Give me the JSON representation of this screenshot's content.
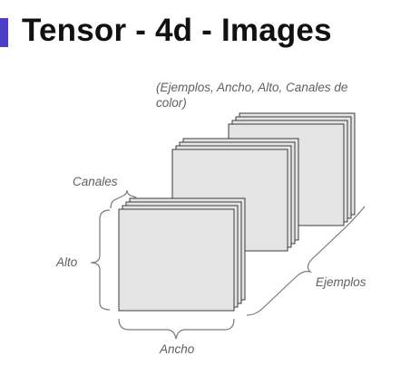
{
  "title": "Tensor - 4d - Images",
  "shape_caption": "(Ejemplos, Ancho, Alto, Canales de color)",
  "labels": {
    "channels": "Canales",
    "height": "Alto",
    "width": "Ancho",
    "examples": "Ejemplos"
  },
  "colors": {
    "accent": "#4a3fc4",
    "sheet_fill": "#e4e4e4",
    "sheet_stroke": "#2a2a2a",
    "brace": "#7a7a7a",
    "label": "#606060"
  }
}
